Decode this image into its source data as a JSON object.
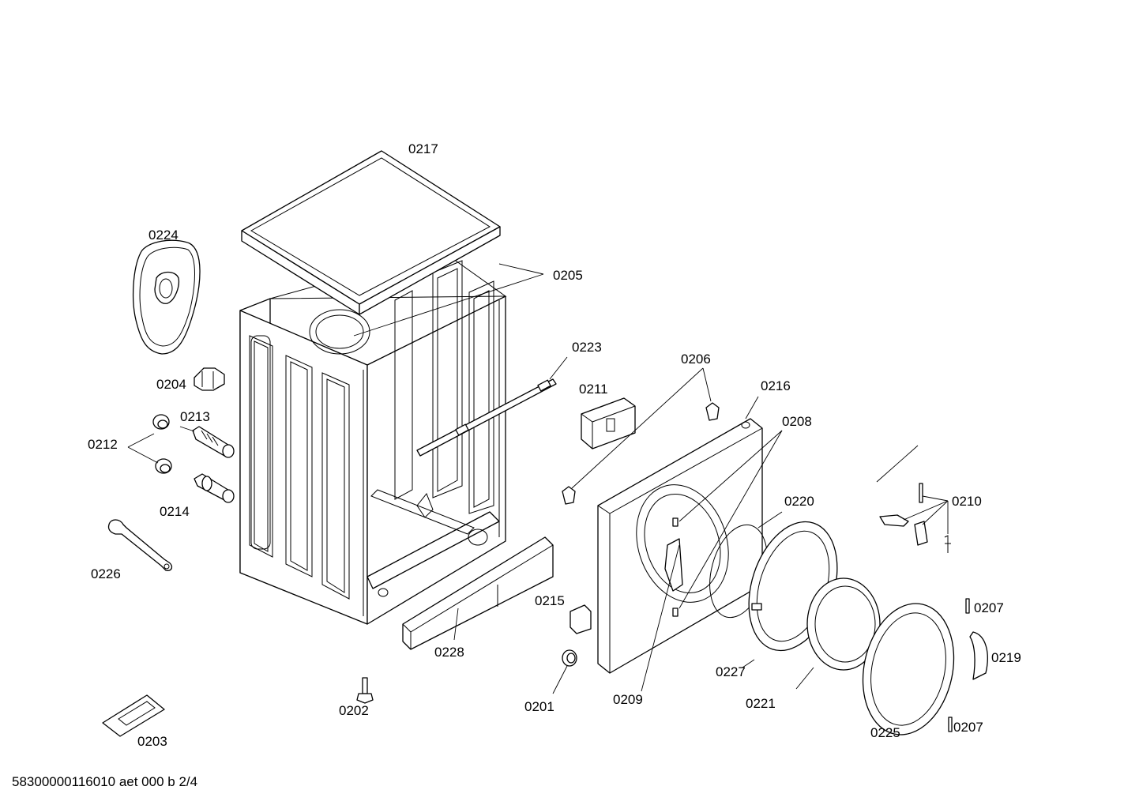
{
  "diagram": {
    "labels": {
      "p0217": "0217",
      "p0224": "0224",
      "p0205": "0205",
      "p0223": "0223",
      "p0204": "0204",
      "p0206": "0206",
      "p0211": "0211",
      "p0216": "0216",
      "p0213": "0213",
      "p0212": "0212",
      "p0208": "0208",
      "p0214": "0214",
      "p0220": "0220",
      "p0210": "0210",
      "p0226": "0226",
      "p0215": "0215",
      "p0207a": "0207",
      "p0219": "0219",
      "p0228": "0228",
      "p0227": "0227",
      "p0209": "0209",
      "p0201": "0201",
      "p0221": "0221",
      "p0202": "0202",
      "p0207b": "0207",
      "p0225": "0225",
      "p0203": "0203"
    },
    "footer_code": "58300000116010 aet 000 b 2/4"
  }
}
